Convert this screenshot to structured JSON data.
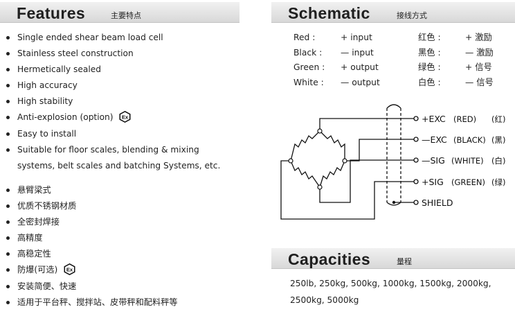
{
  "features": {
    "title": "Features",
    "subtitle": "主要特点",
    "items_en": [
      "Single ended shear beam load cell",
      "Stainless steel construction",
      "Hermetically sealed",
      "High accuracy",
      "High stability",
      "Anti-explosion (option)",
      "Easy to install",
      "Suitable for floor scales, blending & mixing",
      "systems, belt scales and batching Systems, etc."
    ],
    "items_zh": [
      "悬臂梁式",
      "优质不锈钢材质",
      "全密封焊接",
      "高精度",
      "高稳定性",
      "防爆(可选)",
      "安装简便、快速",
      "适用于平台秤、搅拌站、皮带秤和配料秤等"
    ],
    "ex_icon": "explosion-proof-ex-icon"
  },
  "schematic": {
    "title": "Schematic",
    "subtitle": "接线方式",
    "wires": [
      {
        "color_en": "Red :",
        "signal_en": "+ input",
        "color_zh": "红色 :",
        "signal_zh": "+ 激励"
      },
      {
        "color_en": "Black :",
        "signal_en": "— input",
        "color_zh": "黑色 :",
        "signal_zh": "— 激励"
      },
      {
        "color_en": "Green :",
        "signal_en": "+ output",
        "color_zh": "绿色 :",
        "signal_zh": "+ 信号"
      },
      {
        "color_en": "White :",
        "signal_en": "— output",
        "color_zh": "白色 :",
        "signal_zh": "— 信号"
      }
    ],
    "terminals": [
      {
        "label": "+EXC",
        "color": "(RED)",
        "zh": "(红)"
      },
      {
        "label": "—EXC",
        "color": "(BLACK)",
        "zh": "(黑)"
      },
      {
        "label": "—SIG",
        "color": "(WHITE)",
        "zh": "(白)"
      },
      {
        "label": "+SIG",
        "color": "(GREEN)",
        "zh": "(绿)"
      },
      {
        "label": "SHIELD",
        "color": "",
        "zh": ""
      }
    ]
  },
  "capacities": {
    "title": "Capacities",
    "subtitle": "量程",
    "text": "250lb, 250kg, 500kg, 1000kg, 1500kg, 2000kg, 2500kg, 5000kg"
  }
}
